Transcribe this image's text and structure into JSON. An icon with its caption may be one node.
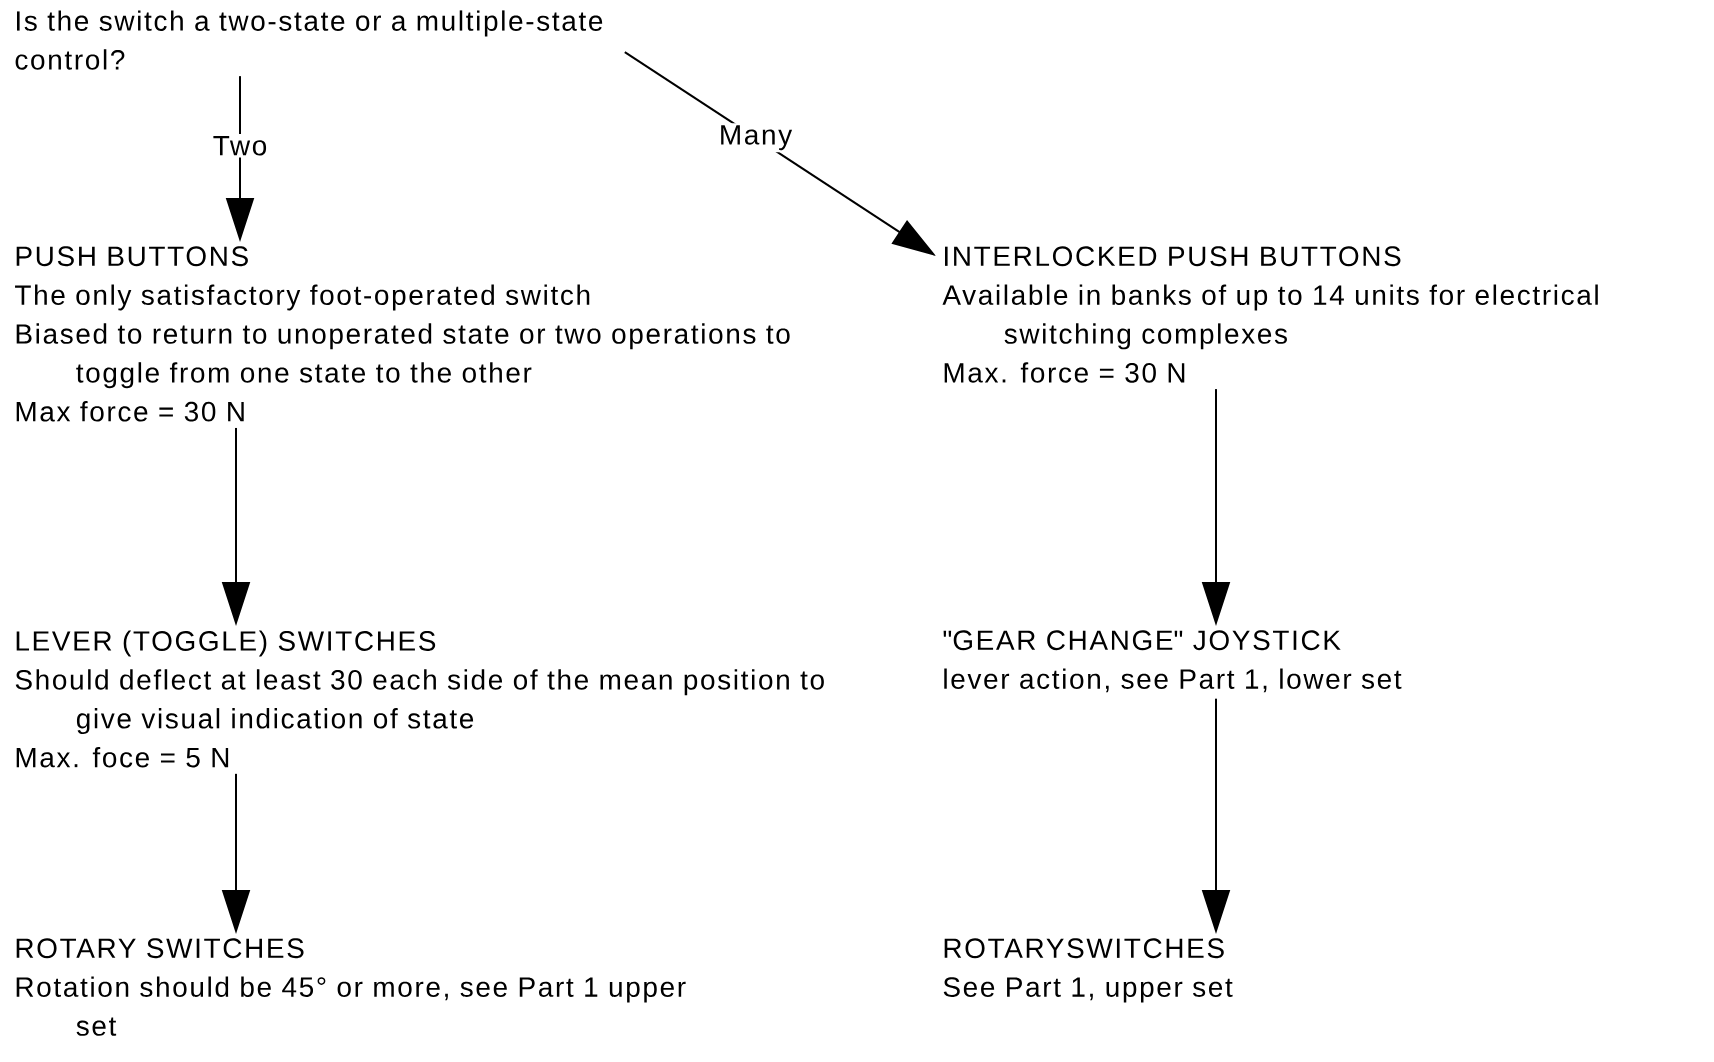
{
  "diagram": {
    "nodes": [
      {
        "text": [
          "Is the switch a two-state or a multiple-state control?"
        ]
      },
      {
        "text": [
          "PUSH BUTTONS",
          "The only satisfactory foot-operated switch",
          "Biased to return to unoperated state or two operations to toggle from one state to the other",
          "Max force = 30 N"
        ]
      },
      {
        "text": [
          "LEVER (TOGGLE) SWITCHES",
          "Should deflect at least 30 each side of the mean position to give visual indication of state",
          "Max. foce = 5 N"
        ]
      },
      {
        "text": [
          "ROTARY SWITCHES",
          "Rotation should be 45° or more, see Part 1 upper set"
        ]
      },
      {
        "text": [
          "INTERLOCKED PUSH BUTTONS",
          "Available in banks of up to 14 units for electrical switching complexes",
          "Max. force = 30 N"
        ]
      },
      {
        "text": [
          "\"GEAR CHANGE\" JOYSTICK",
          "lever action, see Part 1, lower set"
        ]
      },
      {
        "text": [
          "ROTARYSWITCHES",
          "See Part 1, upper set"
        ]
      }
    ],
    "edges": [
      {
        "from": 0,
        "to": 1,
        "arrow": "to",
        "label": "Two"
      },
      {
        "from": 0,
        "to": 4,
        "arrow": "to",
        "label": "Many"
      },
      {
        "from": 1,
        "to": 2,
        "arrow": "to"
      },
      {
        "from": 2,
        "to": 3,
        "arrow": "to"
      },
      {
        "from": 4,
        "to": 5,
        "arrow": "to"
      },
      {
        "from": 5,
        "to": 6,
        "arrow": "to"
      }
    ]
  }
}
